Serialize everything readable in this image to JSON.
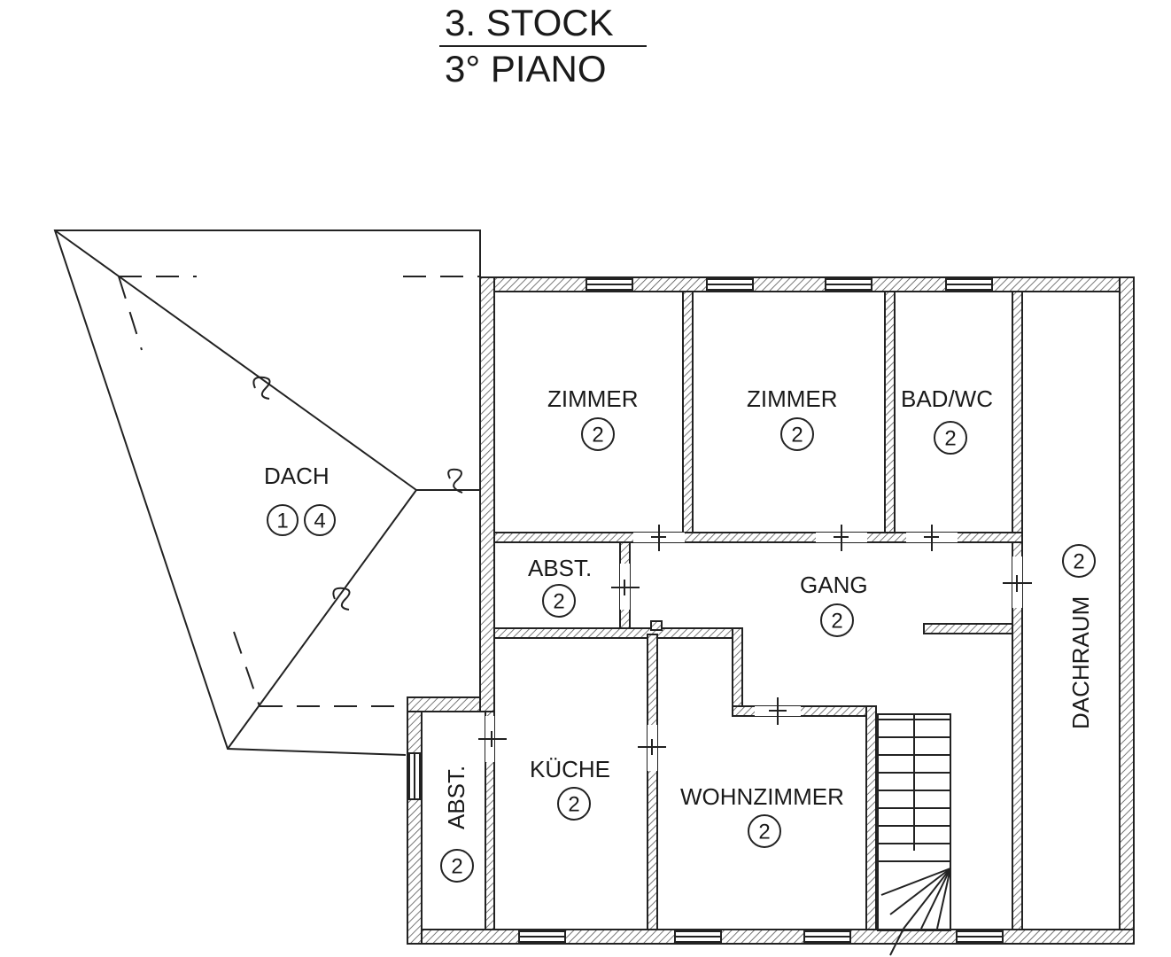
{
  "header": {
    "title_de": "3. STOCK",
    "title_it": "3° PIANO"
  },
  "rooms": {
    "dach": {
      "label": "DACH",
      "badges": [
        "1",
        "4"
      ]
    },
    "zimmer_1": {
      "label": "ZIMMER",
      "badge": "2"
    },
    "zimmer_2": {
      "label": "ZIMMER",
      "badge": "2"
    },
    "bad_wc": {
      "label": "BAD/WC",
      "badge": "2"
    },
    "dachraum": {
      "label": "DACHRAUM",
      "badge": "2"
    },
    "abst_upper": {
      "label": "ABST.",
      "badge": "2"
    },
    "gang": {
      "label": "GANG",
      "badge": "2"
    },
    "abst_lower": {
      "label": "ABST.",
      "badge": "2"
    },
    "kueche": {
      "label": "KÜCHE",
      "badge": "2"
    },
    "wohnzimmer": {
      "label": "WOHNZIMMER",
      "badge": "2"
    }
  }
}
